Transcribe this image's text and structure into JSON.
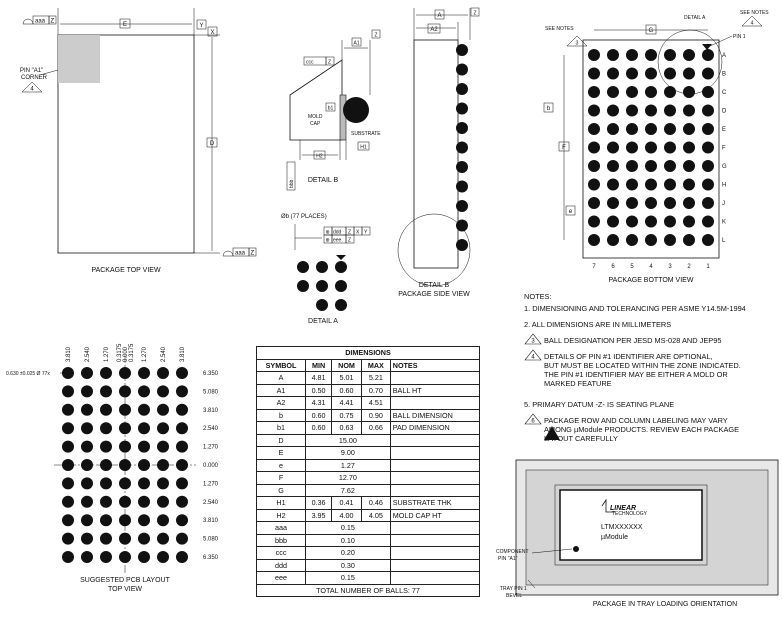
{
  "top_view": {
    "caption": "PACKAGE TOP VIEW",
    "pin_corner": [
      "PIN \"A1\"",
      "CORNER"
    ],
    "note_flag": "4",
    "dim_e": "E",
    "dim_d": "D",
    "aaa_top": "aaa",
    "aaa_bottom": "aaa",
    "datum_z": "Z",
    "datum_y": "Y",
    "datum_x": "X"
  },
  "detail_b": {
    "caption": "DETAIL B",
    "mold_cap": [
      "MOLD",
      "CAP"
    ],
    "substrate": "SUBSTRATE",
    "ccc": "ccc",
    "bbb": "bbb",
    "a1": "A1",
    "b1": "b1",
    "h1": "H1",
    "h2": "H2",
    "z": "Z"
  },
  "side_view": {
    "caption": [
      "DETAIL B",
      "PACKAGE SIDE VIEW"
    ],
    "dim_a": "A",
    "dim_a2": "A2",
    "z": "Z"
  },
  "detail_a": {
    "caption": "DETAIL A",
    "balls_label": "Øb (77 PLACES)",
    "tol1": [
      "ddd",
      "Z",
      "X",
      "Y"
    ],
    "tol2": [
      "eee",
      "Z"
    ]
  },
  "bottom_view": {
    "caption": "PACKAGE BOTTOM VIEW",
    "see_notes_left": "SEE NOTES",
    "see_notes_right": "SEE NOTES",
    "note3": "3",
    "note4": "4",
    "detail_a": "DETAIL A",
    "pin1": "PIN 1",
    "dim_g": "G",
    "dim_f": "F",
    "dim_b": "b",
    "dim_e": "e",
    "rows": [
      "A",
      "B",
      "C",
      "D",
      "E",
      "F",
      "G",
      "H",
      "J",
      "K",
      "L"
    ],
    "cols": [
      "7",
      "6",
      "5",
      "4",
      "3",
      "2",
      "1"
    ]
  },
  "pcb_layout": {
    "caption": [
      "SUGGESTED PCB LAYOUT",
      "TOP VIEW"
    ],
    "pad_label": "0.630 ±0.025 Ø 77x",
    "x_labels": [
      "3.810",
      "2.540",
      "1.270",
      "0.3175",
      "0.000",
      "0.3175",
      "1.270",
      "2.540",
      "3.810"
    ],
    "y_labels": [
      "6.350",
      "5.080",
      "3.810",
      "2.540",
      "1.270",
      "0.000",
      "1.270",
      "2.540",
      "3.810",
      "5.080",
      "6.350"
    ]
  },
  "dimensions": {
    "title": "DIMENSIONS",
    "headers": [
      "SYMBOL",
      "MIN",
      "NOM",
      "MAX",
      "NOTES"
    ],
    "rows": [
      [
        "A",
        "4.81",
        "5.01",
        "5.21",
        ""
      ],
      [
        "A1",
        "0.50",
        "0.60",
        "0.70",
        "BALL HT"
      ],
      [
        "A2",
        "4.31",
        "4.41",
        "4.51",
        ""
      ],
      [
        "b",
        "0.60",
        "0.75",
        "0.90",
        "BALL DIMENSION"
      ],
      [
        "b1",
        "0.60",
        "0.63",
        "0.66",
        "PAD DIMENSION"
      ],
      [
        "D",
        "",
        "15.00",
        "",
        ""
      ],
      [
        "E",
        "",
        "9.00",
        "",
        ""
      ],
      [
        "e",
        "",
        "1.27",
        "",
        ""
      ],
      [
        "F",
        "",
        "12.70",
        "",
        ""
      ],
      [
        "G",
        "",
        "7.62",
        "",
        ""
      ],
      [
        "H1",
        "0.36",
        "0.41",
        "0.46",
        "SUBSTRATE THK"
      ],
      [
        "H2",
        "3.95",
        "4.00",
        "4.05",
        "MOLD CAP HT"
      ],
      [
        "aaa",
        "",
        "0.15",
        "",
        ""
      ],
      [
        "bbb",
        "",
        "0.10",
        "",
        ""
      ],
      [
        "ccc",
        "",
        "0.20",
        "",
        ""
      ],
      [
        "ddd",
        "",
        "0.30",
        "",
        ""
      ],
      [
        "eee",
        "",
        "0.15",
        "",
        ""
      ]
    ],
    "footer": "TOTAL NUMBER OF BALLS: 77"
  },
  "notes": {
    "heading": "NOTES:",
    "n1": "1. DIMENSIONING AND TOLERANCING PER ASME Y14.5M-1994",
    "n2": "2. ALL DIMENSIONS ARE IN MILLIMETERS",
    "n3_flag": "3",
    "n3": "BALL DESIGNATION PER JESD MS-028 AND JEP95",
    "n4_flag": "4",
    "n4": [
      "DETAILS OF PIN #1 IDENTIFIER ARE OPTIONAL,",
      "BUT MUST BE LOCATED WITHIN THE ZONE INDICATED.",
      "THE PIN #1 IDENTIFIER MAY BE EITHER A MOLD OR",
      "MARKED FEATURE"
    ],
    "n5": "5. PRIMARY DATUM -Z- IS SEATING PLANE",
    "n6_flag": "6",
    "n6": [
      "PACKAGE ROW AND COLUMN LABELING MAY VARY",
      "AMONG µModule PRODUCTS. REVIEW EACH PACKAGE",
      "LAYOUT CAREFULLY"
    ]
  },
  "tray": {
    "caption": "PACKAGE IN TRAY LOADING ORIENTATION",
    "logo": "LINEAR",
    "logo_sub": "TECHNOLOGY",
    "part": "LTMXXXXXX",
    "module": "µModule",
    "component_pin": [
      "COMPONENT",
      "PIN \"A1\""
    ],
    "tray_pin": [
      "TRAY PIN 1",
      "BEVEL"
    ]
  }
}
